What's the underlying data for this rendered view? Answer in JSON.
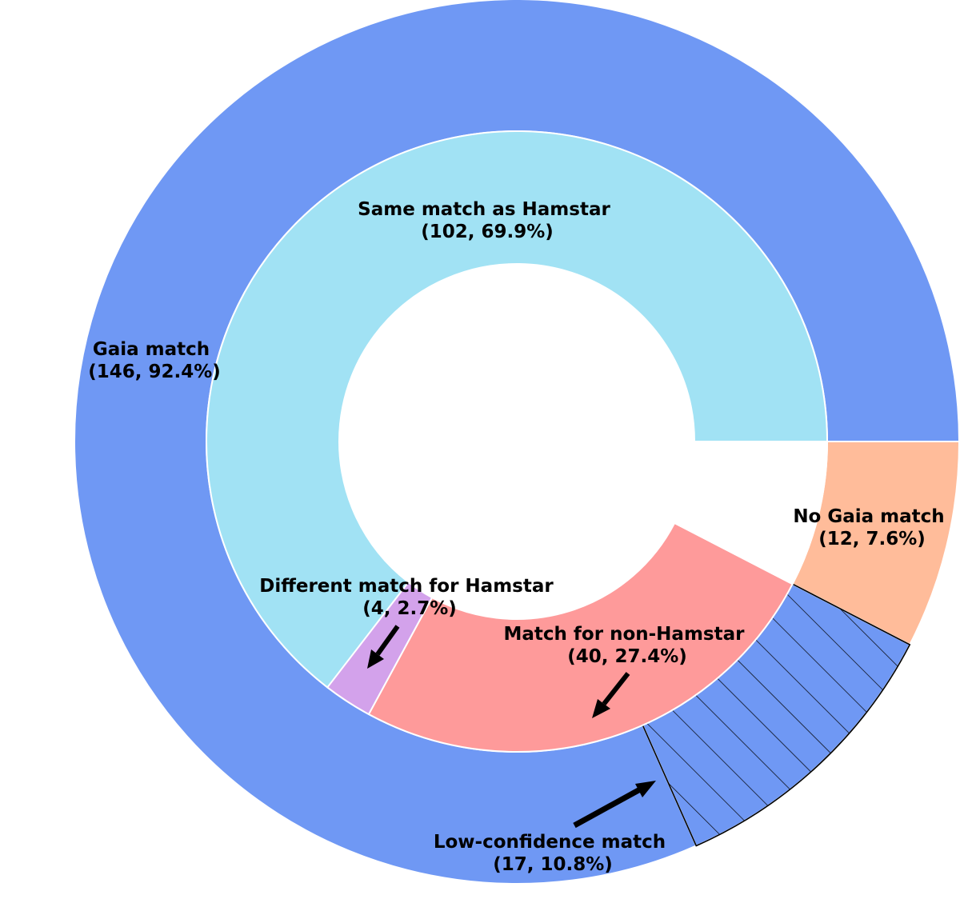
{
  "chart_data": {
    "type": "pie",
    "outer_ring": [
      {
        "label": "Gaia match",
        "count_text": "(146, 92.4%)",
        "value": 146,
        "color": "#6f98f4"
      },
      {
        "label": "No Gaia match",
        "count_text": "(12, 7.6%)",
        "value": 12,
        "color": "#ffbc9a"
      }
    ],
    "outer_sub": {
      "label": "Low-confidence match",
      "count_text": "(17, 10.8%)",
      "value": 17,
      "hatched": true
    },
    "inner_ring": [
      {
        "label": "Same match as Hamstar",
        "count_text": "(102, 69.9%)",
        "value": 102,
        "color": "#a1e2f4"
      },
      {
        "label": "Different match for Hamstar",
        "count_text": "(4, 2.7%)",
        "value": 4,
        "color": "#d3a2eb"
      },
      {
        "label": "Match for non-Hamstar",
        "count_text": "(40, 27.4%)",
        "value": 40,
        "color": "#fe9a9a"
      },
      {
        "label": "",
        "count_text": "",
        "value": 12,
        "color": "#ffffff"
      }
    ]
  }
}
